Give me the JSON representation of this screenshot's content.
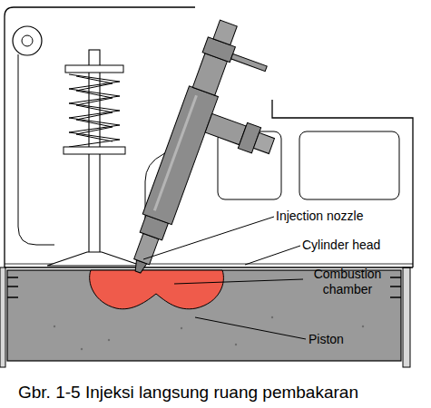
{
  "diagram": {
    "caption": "Gbr. 1-5 Injeksi langsung ruang pembakaran",
    "labels": [
      "Injection nozzle",
      "Cylinder head",
      "Combustion chamber",
      "Piston"
    ]
  }
}
